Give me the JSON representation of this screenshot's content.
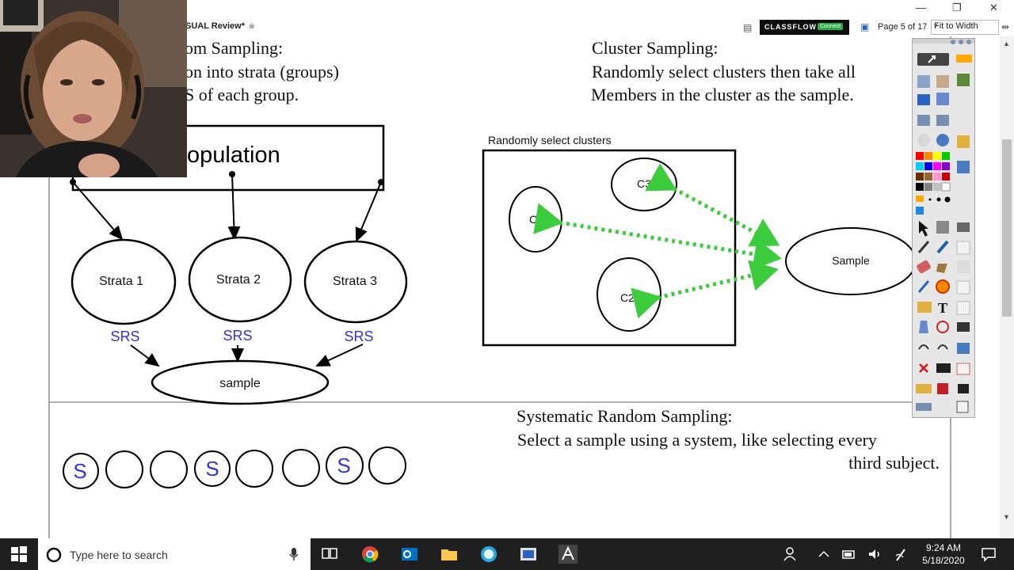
{
  "window": {
    "doc_tab": "SUAL Review*",
    "minimize_glyph": "—",
    "maximize_glyph": "❐",
    "close_glyph": "✕"
  },
  "toolbar": {
    "classflow_label": "CLASSFLOW",
    "connect_label": "Connect",
    "page_indicator": "Page 5 of 17",
    "zoom_value": "Fit to Width"
  },
  "stratified": {
    "title": "om Sampling:",
    "line1": "on into strata (groups)",
    "line2": "S of each group.",
    "population_label": "opulation",
    "strata": [
      "Strata 1",
      "Strata 2",
      "Strata 3"
    ],
    "srs_label": "SRS",
    "sample_label": "sample"
  },
  "cluster": {
    "title": "Cluster Sampling:",
    "line1": "Randomly select clusters then take all",
    "line2": "Members in the cluster as the sample.",
    "box_label": "Randomly select clusters",
    "clusters": [
      "C1",
      "C3",
      "C2"
    ],
    "sample_label": "Sample"
  },
  "systematic": {
    "title": "Systematic Random Sampling:",
    "line1": "Select a sample using a system, like selecting every",
    "line2": "third subject.",
    "circles": [
      "S",
      "",
      "",
      "S",
      "",
      "",
      "S",
      ""
    ]
  },
  "taskbar": {
    "search_placeholder": "Type here to search",
    "time": "9:24 AM",
    "date": "5/18/2020"
  },
  "colors": {
    "srs_blue": "#3333dd",
    "arrow_green": "#3dcc3d",
    "palette": [
      "#ff0000",
      "#ff8800",
      "#ffff00",
      "#00cc00",
      "#00ccff",
      "#0000ff",
      "#ff00ff",
      "#8800cc",
      "#663300",
      "#996633",
      "#ff99cc",
      "#cc0000",
      "#000000",
      "#808080",
      "#c0c0c0",
      "#ffffff"
    ]
  }
}
